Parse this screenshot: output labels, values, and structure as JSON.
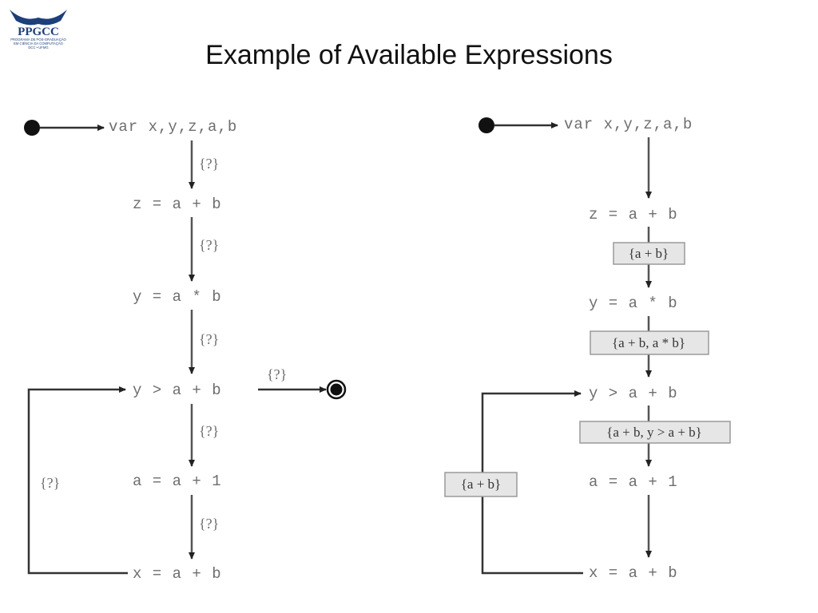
{
  "logo": {
    "name": "PPGCC",
    "subtitle_lines": [
      "PROGRAMA DE PÓS-GRADUAÇÃO",
      "EM CIÊNCIA DA COMPUTAÇÃO",
      "DCC • UFMG"
    ]
  },
  "slide": {
    "title": "Example of Available Expressions"
  },
  "left_diagram": {
    "statements": [
      "var x,y,z,a,b",
      "z = a + b",
      "y = a * b",
      "y > a + b",
      "a = a + 1",
      "x = a + b"
    ],
    "edge_labels": [
      "{?}",
      "{?}",
      "{?}",
      "{?}",
      "{?}",
      "{?}",
      "{?}"
    ]
  },
  "right_diagram": {
    "statements": [
      "var x,y,z,a,b",
      "z = a + b",
      "y = a * b",
      "y > a + b",
      "a = a + 1",
      "x = a + b"
    ],
    "sets": [
      "{a + b}",
      "{a + b, a * b}",
      "{a + b, y > a + b}",
      "{a + b}"
    ]
  }
}
